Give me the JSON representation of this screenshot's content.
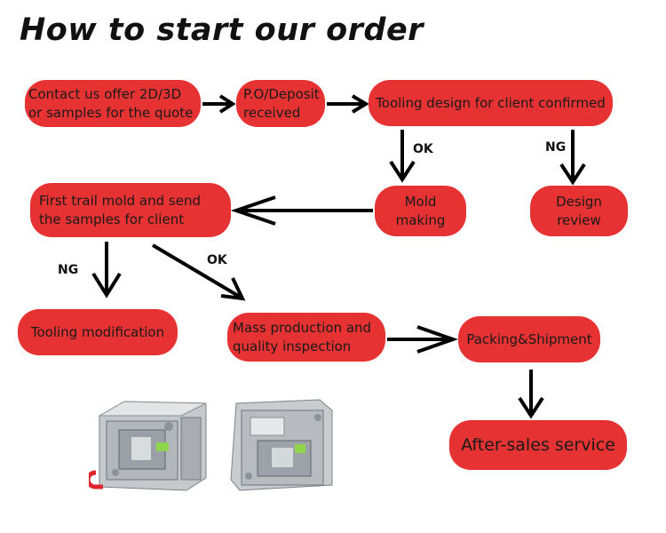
{
  "title": "How to start our order",
  "nodes": {
    "contact": "Contact us offer 2D/3D or samples for the quote",
    "po": "P.O/Deposit received",
    "tooling_design": "Tooling design for client confirmed",
    "mold_making": "Mold making",
    "design_review": "Design review",
    "first_trail": "First trail mold and send the samples for client",
    "tooling_mod": "Tooling modification",
    "mass_production": "Mass production and quality inspection",
    "packing": "Packing&Shipment",
    "after_sales": "After-sales service"
  },
  "labels": {
    "ok1": "OK",
    "ng1": "NG",
    "ng2": "NG",
    "ok2": "OK"
  },
  "colors": {
    "node_fill": "#e63232",
    "arrow": "#000000"
  }
}
